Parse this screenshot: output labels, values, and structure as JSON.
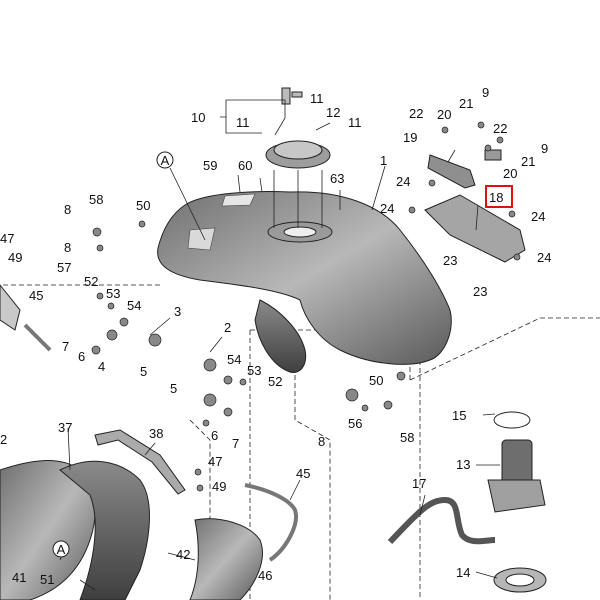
{
  "callouts": {
    "c1": "1",
    "c2": "2",
    "c3": "3",
    "c4": "4",
    "c5a": "5",
    "c5b": "5",
    "c6a": "6",
    "c6b": "6",
    "c7a": "7",
    "c7b": "7",
    "c8a": "8",
    "c8b": "8",
    "c8c": "8",
    "c9a": "9",
    "c9b": "9",
    "c10": "10",
    "c11a": "11",
    "c11b": "11",
    "c11c": "11",
    "c12": "12",
    "c13": "13",
    "c14": "14",
    "c15": "15",
    "c17": "17",
    "c18": "18",
    "c19": "19",
    "c20a": "20",
    "c20b": "20",
    "c21a": "21",
    "c21b": "21",
    "c22a": "22",
    "c22b": "22",
    "c23a": "23",
    "c23b": "23",
    "c24a": "24",
    "c24b": "24",
    "c24c": "24",
    "c24d": "24",
    "c2b": "2",
    "c37": "37",
    "c38": "38",
    "c41": "41",
    "c42": "42",
    "c45a": "45",
    "c45b": "45",
    "c46": "46",
    "c47a": "47",
    "c47b": "47",
    "c49a": "49",
    "c49b": "49",
    "c50a": "50",
    "c50b": "50",
    "c51": "51",
    "c52a": "52",
    "c52b": "52",
    "c53a": "53",
    "c53b": "53",
    "c54a": "54",
    "c54b": "54",
    "c56": "56",
    "c57": "57",
    "c58a": "58",
    "c58b": "58",
    "c59": "59",
    "c60": "60",
    "c63": "63",
    "refA1": "A",
    "refA2": "A"
  },
  "highlight": {
    "part": "18",
    "color": "#e01010"
  }
}
